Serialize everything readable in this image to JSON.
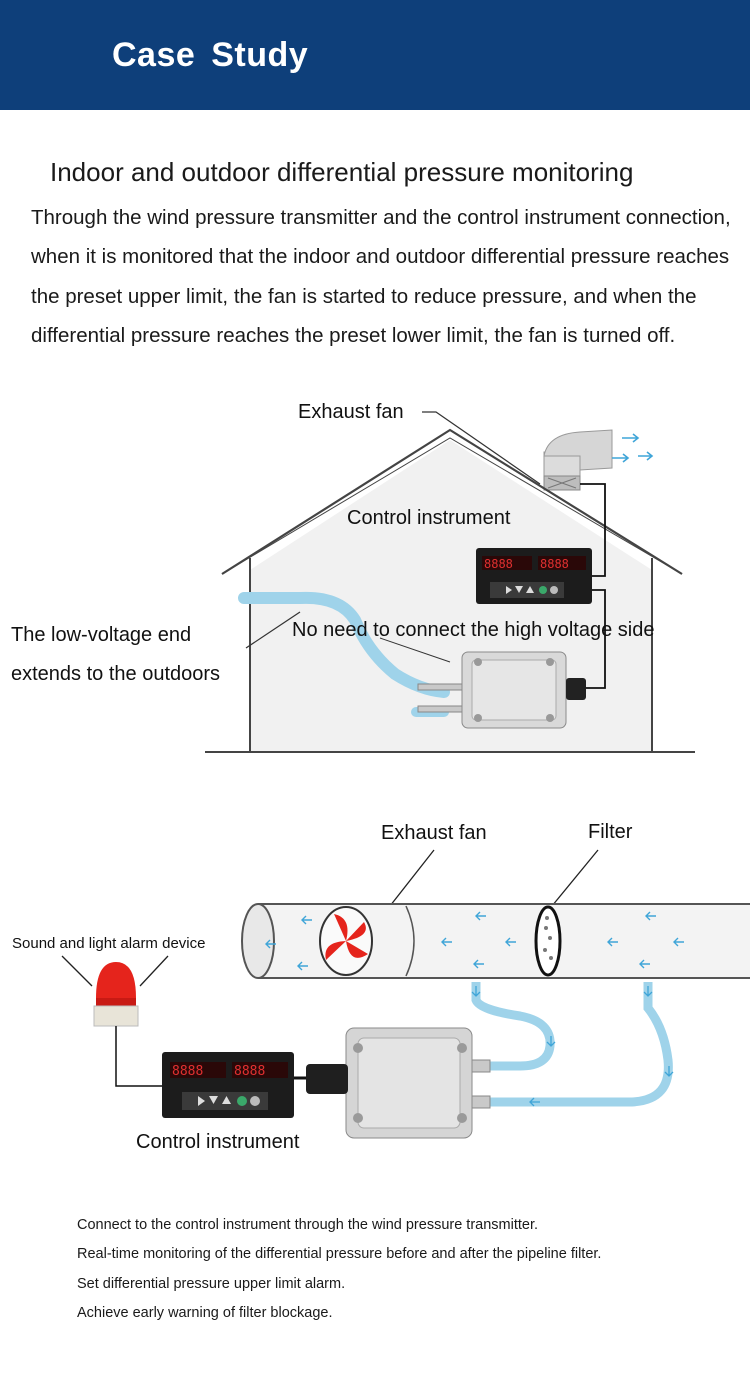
{
  "header": {
    "title": "Case  Study"
  },
  "section": {
    "title": "Indoor and outdoor differential pressure monitoring",
    "description": "Through the wind pressure transmitter and the control instrument connection, when it is monitored that the indoor and outdoor differential pressure reaches the preset upper limit, the fan is started to reduce pressure, and when the differential pressure reaches the preset lower limit, the fan is turned off."
  },
  "diagram1": {
    "exhaust_fan": "Exhaust fan",
    "control_instrument": "Control instrument",
    "low_voltage_line1": "The low-voltage end",
    "low_voltage_line2": "extends to the outdoors",
    "no_high_voltage": "No need to connect the high voltage side"
  },
  "diagram2": {
    "exhaust_fan": "Exhaust fan",
    "filter": "Filter",
    "alarm_device": "Sound and light alarm device",
    "control_instrument": "Control instrument",
    "display_left": "8888",
    "display_right": "8888"
  },
  "notes": [
    "Connect to the control instrument through the wind pressure transmitter.",
    "Real-time monitoring of the differential pressure before and after the pipeline filter.",
    "Set differential pressure upper limit alarm.",
    "Achieve early warning of filter blockage."
  ],
  "colors": {
    "header_bg": "#0e3f7a",
    "header_text": "#ffffff",
    "tube": "#9fd3ea",
    "arrow": "#3fa5d8",
    "alarm_red": "#e5241c",
    "instrument_bg": "#1c1c1c",
    "display_red": "#e03030"
  }
}
